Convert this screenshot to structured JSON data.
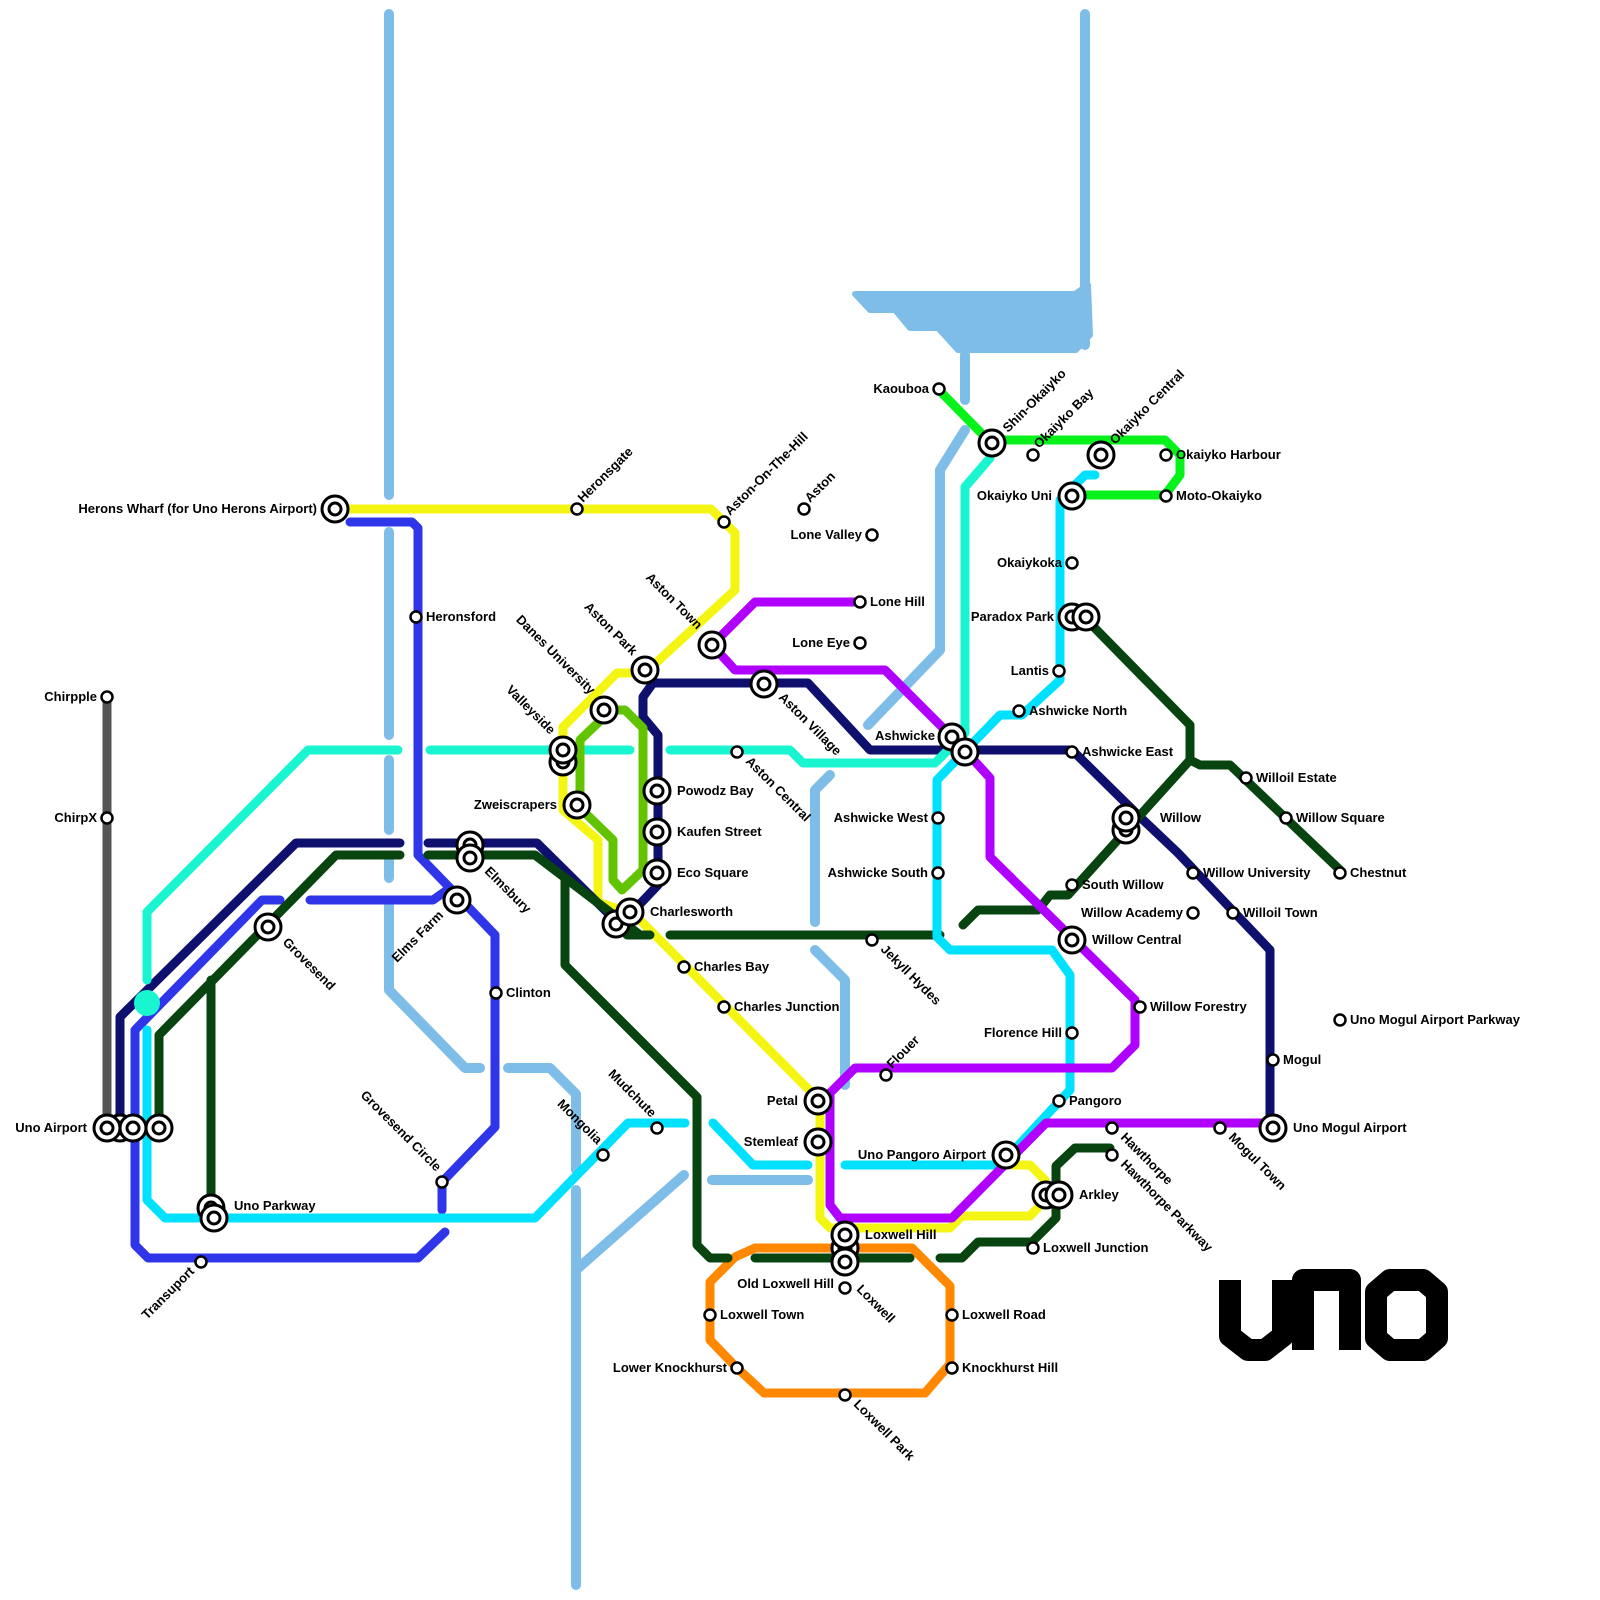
{
  "colors": {
    "water": "#7dbde8",
    "yellow": "#f5f514",
    "blue": "#2f35e8",
    "navy": "#0f0f6e",
    "darkgreen": "#07440f",
    "cyan": "#00e1ff",
    "aqua": "#18f5d0",
    "purple": "#b000ff",
    "lime": "#06f21a",
    "ygreen": "#62c400",
    "orange": "#ff8800",
    "grey": "#555555"
  },
  "logo": "uno",
  "stations": {
    "herons_wharf": "Herons Wharf (for Uno Herons Airport)",
    "heronsgate": "Heronsgate",
    "aston_on_the_hill": "Aston-On-The-Hill",
    "aston": "Aston",
    "lone_valley": "Lone Valley",
    "lone_hill": "Lone Hill",
    "lone_eye": "Lone Eye",
    "heronsford": "Heronsford",
    "aston_town": "Aston Town",
    "aston_park": "Aston Park",
    "danes_university": "Danes University",
    "valleyside": "Valleyside",
    "aston_village": "Aston Village",
    "aston_central": "Aston Central",
    "powodz_bay": "Powodz Bay",
    "kaufen_street": "Kaufen Street",
    "eco_square": "Eco Square",
    "zweiscrapers": "Zweiscrapers",
    "charlesworth": "Charlesworth",
    "charles_bay": "Charles Bay",
    "charles_junction": "Charles Junction",
    "chirpple": "Chirpple",
    "chirpx": "ChirpX",
    "uno_airport": "Uno Airport",
    "grovesend": "Grovesend",
    "elms_farm": "Elms Farm",
    "elmsbury": "Elmsbury",
    "clinton": "Clinton",
    "grovesend_circle": "Grovesend Circle",
    "uno_parkway": "Uno Parkway",
    "transuport": "Transuport",
    "mongolia": "Mongolia",
    "mudchute": "Mudchute",
    "kaouboa": "Kaouboa",
    "shin_okaiyko": "Shin-Okaiyko",
    "okaiyko_bay": "Okaiyko Bay",
    "okaiyko_central": "Okaiyko Central",
    "okaiyko_harbour": "Okaiyko Harbour",
    "okaiyko_uni": "Okaiyko Uni",
    "moto_okaiyko": "Moto-Okaiyko",
    "okaiykoka": "Okaiykoka",
    "paradox_park": "Paradox Park",
    "lantis": "Lantis",
    "ashwicke_north": "Ashwicke North",
    "ashwicke": "Ashwicke",
    "ashwicke_east": "Ashwicke East",
    "ashwicke_west": "Ashwicke West",
    "ashwicke_south": "Ashwicke South",
    "willoil_estate": "Willoil Estate",
    "willow": "Willow",
    "willow_square": "Willow Square",
    "south_willow": "South Willow",
    "willow_university": "Willow University",
    "chestnut": "Chestnut",
    "willow_academy": "Willow Academy",
    "willoil_town": "Willoil Town",
    "willow_central": "Willow Central",
    "jekyll_hydes": "Jekyll Hydes",
    "willow_forestry": "Willow Forestry",
    "uno_mogul_airport_parkway": "Uno Mogul Airport Parkway",
    "florence_hill": "Florence Hill",
    "flouer": "Flouer",
    "mogul": "Mogul",
    "petal": "Petal",
    "pangoro": "Pangoro",
    "stemleaf": "Stemleaf",
    "uno_pangoro_airport": "Uno Pangoro Airport",
    "hawthorpe": "Hawthorpe",
    "mogul_town": "Mogul Town",
    "uno_mogul_airport": "Uno Mogul Airport",
    "hawthorpe_parkway": "Hawthorpe Parkway",
    "arkley": "Arkley",
    "loxwell_hill": "Loxwell Hill",
    "loxwell_junction": "Loxwell Junction",
    "old_loxwell_hill": "Old Loxwell Hill",
    "loxwell": "Loxwell",
    "loxwell_town": "Loxwell Town",
    "loxwell_road": "Loxwell Road",
    "lower_knockhurst": "Lower Knockhurst",
    "knockhurst_hill": "Knockhurst Hill",
    "loxwell_park": "Loxwell Park"
  }
}
